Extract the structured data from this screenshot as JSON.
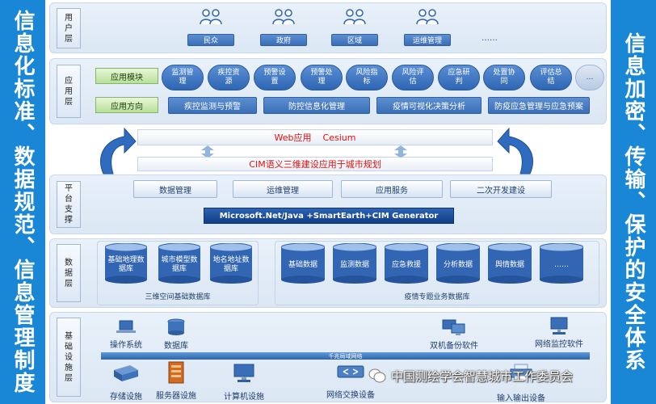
{
  "left_banner": "信息化标准、数据规范、信息管理制度",
  "right_banner": "信息加密、传输、保护的安全体系",
  "user_layer": {
    "label": "用户层",
    "items": [
      "民众",
      "政府",
      "区域",
      "运维管理",
      "……"
    ]
  },
  "app_layer": {
    "label": "应用层",
    "module_label": "应用模块",
    "direction_label": "应用方向",
    "modules": [
      "监测管理",
      "疾控资源",
      "预警设置",
      "预警处理",
      "风险指标",
      "风险评估",
      "应急研判",
      "处置协同",
      "评估总结",
      "…"
    ],
    "directions": [
      "疾控监测与预警",
      "防控信息化管理",
      "疫情可视化决策分析",
      "防疫应急管理与应急预案"
    ]
  },
  "middle": {
    "web_app": "Web应用    Cesium",
    "cim_app": "CIM语义三维建设应用于城市规划"
  },
  "platform_layer": {
    "label": "平台支撑",
    "items": [
      "数据管理",
      "运维管理",
      "应用服务",
      "二次开发建设"
    ],
    "stack": "Microsoft.Net/Java +SmartEarth+CIM Generator"
  },
  "data_layer": {
    "label": "数据层",
    "spatial_dbs": [
      "基础地理数据库",
      "城市模型数据库",
      "地名地址数据库"
    ],
    "spatial_caption": "三维空间基础数据库",
    "topic_dbs": [
      "基础数据",
      "监测数据",
      "应急救援",
      "分析数据",
      "舆情数据",
      "……"
    ],
    "topic_caption": "疫情专题业务数据库"
  },
  "infra_layer": {
    "label": "基础设施层",
    "top_items": [
      "操作系统",
      "数据库",
      "双机备份软件",
      "网络监控软件"
    ],
    "network": "千兆局域网络",
    "bottom_items": [
      "存储设施",
      "服务器设施",
      "计算机设施",
      "网络交换设备",
      "输入输出设备"
    ]
  },
  "watermark": "中国测绘学会智慧城市工作委员会"
}
